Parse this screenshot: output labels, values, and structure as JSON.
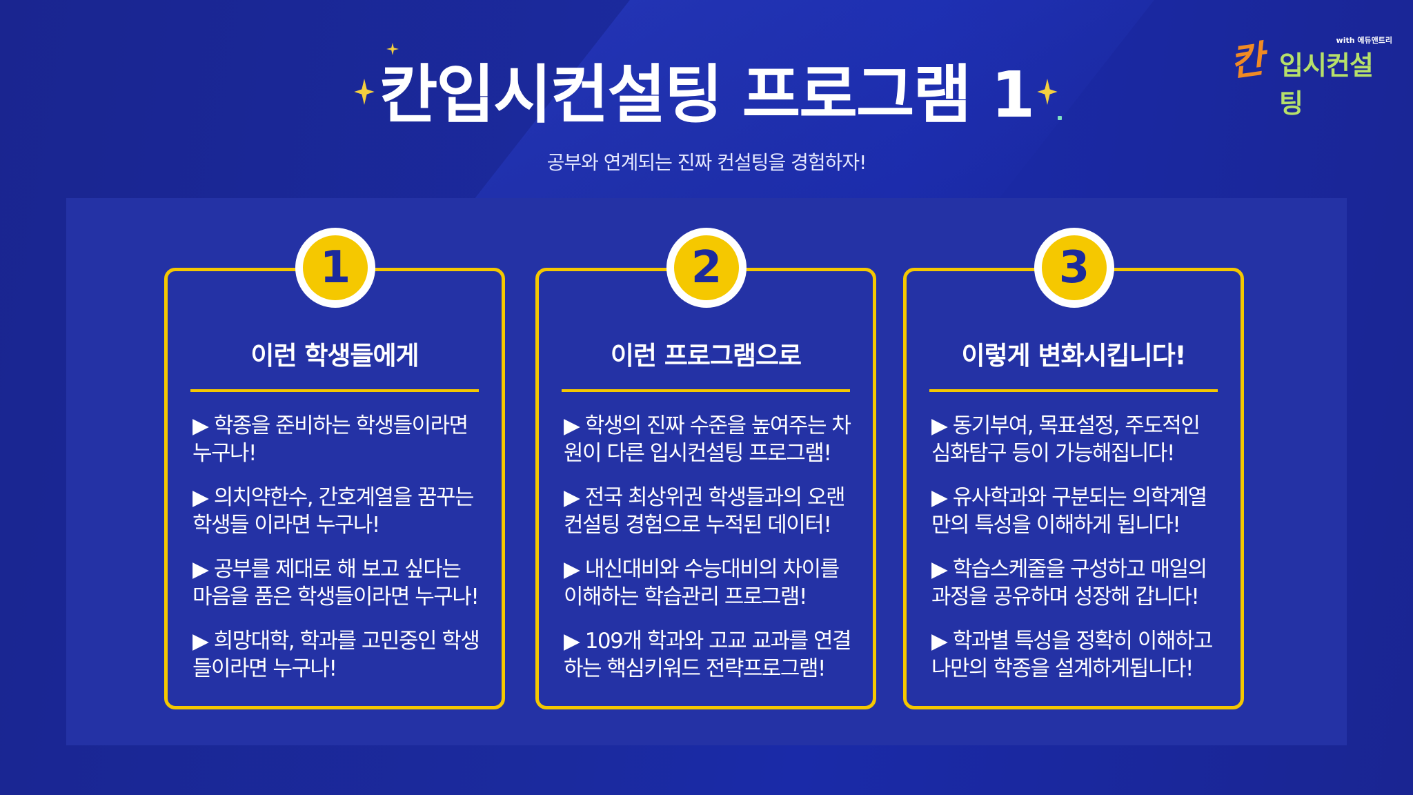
{
  "brand": {
    "with_text": "with 에듀앤트리",
    "mark": "칸",
    "name": "입시컨설팅"
  },
  "header": {
    "title": "칸입시컨설팅 프로그램 1",
    "subtitle": "공부와 연계되는 진짜 컨설팅을 경험하자!"
  },
  "colors": {
    "accent": "#f5c800",
    "background": "#1b2a9e",
    "panel": "#2432a5",
    "logo_green": "#b6e06a",
    "logo_orange": "#f08a24"
  },
  "cards": [
    {
      "number": "1",
      "title": "이런 학생들에게",
      "items": [
        "▶ 학종을 준비하는 학생들이라면 누구나!",
        "▶ 의치약한수, 간호계열을 꿈꾸는 학생들 이라면 누구나!",
        "▶ 공부를 제대로 해 보고 싶다는 마음을 품은 학생들이라면 누구나!",
        "▶ 희망대학, 학과를 고민중인 학생 들이라면 누구나!"
      ]
    },
    {
      "number": "2",
      "title": "이런 프로그램으로",
      "items": [
        "▶ 학생의 진짜 수준을 높여주는 차원이 다른 입시컨설팅 프로그램!",
        "▶ 전국 최상위권 학생들과의 오랜 컨설팅 경험으로 누적된 데이터!",
        "▶ 내신대비와 수능대비의 차이를 이해하는 학습관리 프로그램!",
        "▶ 109개 학과와 고교 교과를 연결 하는 핵심키워드 전략프로그램!"
      ]
    },
    {
      "number": "3",
      "title": "이렇게 변화시킵니다!",
      "items": [
        "▶ 동기부여, 목표설정, 주도적인 심화탐구 등이 가능해집니다!",
        "▶ 유사학과와 구분되는 의학계열 만의 특성을 이해하게 됩니다!",
        "▶ 학습스케줄을 구성하고 매일의 과정을 공유하며 성장해 갑니다!",
        "▶ 학과별 특성을 정확히 이해하고 나만의 학종을 설계하게됩니다!"
      ]
    }
  ]
}
